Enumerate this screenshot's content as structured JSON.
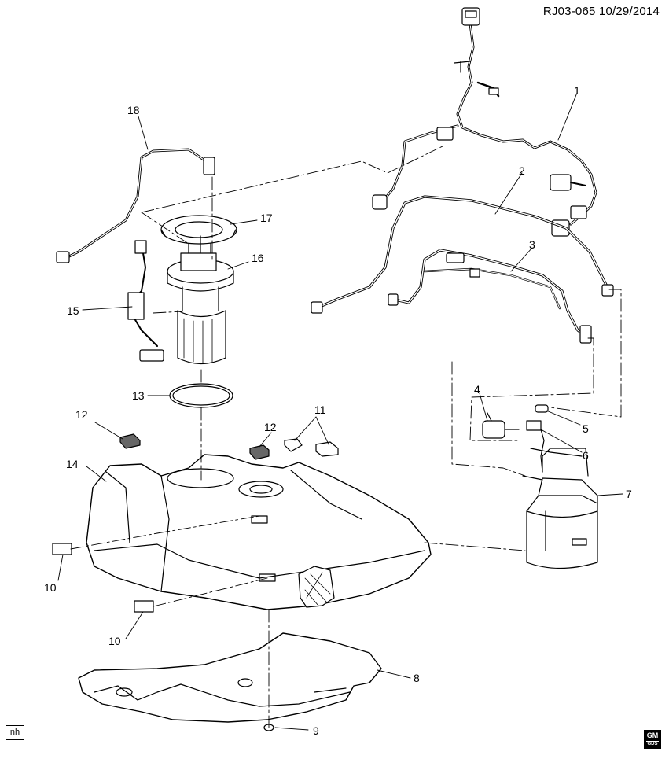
{
  "header": {
    "diagram_id": "RJ03-065",
    "date": "10/29/2014"
  },
  "corner_tag": "nh",
  "logo": {
    "text": "GM",
    "sub": "GDS"
  },
  "callouts": [
    {
      "id": "c1",
      "label": "1"
    },
    {
      "id": "c2",
      "label": "2"
    },
    {
      "id": "c3",
      "label": "3"
    },
    {
      "id": "c4",
      "label": "4"
    },
    {
      "id": "c5",
      "label": "5"
    },
    {
      "id": "c6",
      "label": "6"
    },
    {
      "id": "c7",
      "label": "7"
    },
    {
      "id": "c8",
      "label": "8"
    },
    {
      "id": "c9",
      "label": "9"
    },
    {
      "id": "c10a",
      "label": "10"
    },
    {
      "id": "c10b",
      "label": "10"
    },
    {
      "id": "c11",
      "label": "11"
    },
    {
      "id": "c12a",
      "label": "12"
    },
    {
      "id": "c12b",
      "label": "12"
    },
    {
      "id": "c13",
      "label": "13"
    },
    {
      "id": "c14",
      "label": "14"
    },
    {
      "id": "c15",
      "label": "15"
    },
    {
      "id": "c16",
      "label": "16"
    },
    {
      "id": "c17",
      "label": "17"
    },
    {
      "id": "c18",
      "label": "18"
    }
  ]
}
